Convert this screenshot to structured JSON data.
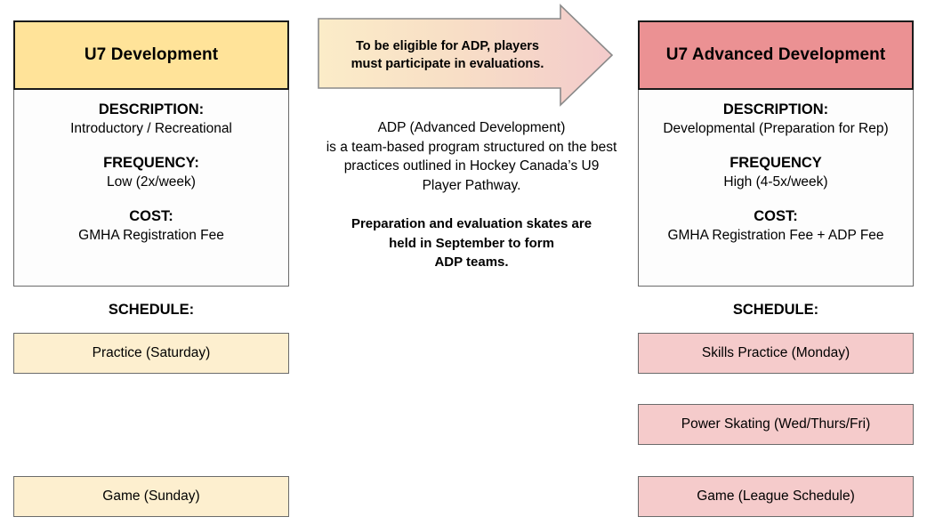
{
  "colors": {
    "header_yellow": "#FFE399",
    "header_red": "#EB9193",
    "box_cream": "#FDEFCF",
    "box_pink": "#F5CBCB",
    "border_dark": "#1A1A1A",
    "border_gray": "#6B6B6B",
    "arrow_gradient_start": "#FBECC8",
    "arrow_gradient_end": "#F3CBCB",
    "background": "#FFFFFF"
  },
  "left_program": {
    "title": "U7 Development",
    "fields": [
      {
        "label": "DESCRIPTION:",
        "value": "Introductory / Recreational"
      },
      {
        "label": "FREQUENCY:",
        "value": "Low (2x/week)"
      },
      {
        "label": "COST:",
        "value": "GMHA Registration Fee"
      }
    ],
    "schedule_title": "SCHEDULE:",
    "schedule": [
      "Practice (Saturday)",
      "",
      "Game (Sunday)"
    ]
  },
  "right_program": {
    "title": "U7 Advanced Development",
    "fields": [
      {
        "label": "DESCRIPTION:",
        "value": "Developmental (Preparation for Rep)"
      },
      {
        "label": "FREQUENCY",
        "value": "High (4-5x/week)"
      },
      {
        "label": "COST:",
        "value": "GMHA Registration Fee + ADP Fee"
      }
    ],
    "schedule_title": "SCHEDULE:",
    "schedule": [
      "Skills Practice (Monday)",
      "Power Skating (Wed/Thurs/Fri)",
      "Game (League Schedule)"
    ]
  },
  "arrow_callout": {
    "line1": "To be eligible for ADP, players",
    "line2": "must participate in evaluations."
  },
  "center_note": {
    "paragraph": "ADP (Advanced Development)\nis a team-based program structured on the best\npractices outlined in Hockey Canada’s U9\nPlayer Pathway.",
    "bold_paragraph": "Preparation and evaluation skates are\nheld in September to form\nADP teams."
  }
}
